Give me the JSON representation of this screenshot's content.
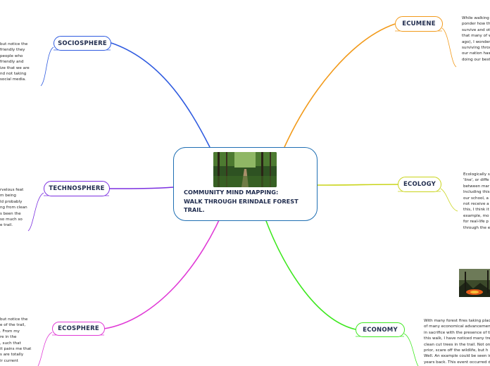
{
  "center": {
    "title_lines": [
      "COMMUNITY MIND MAPPING:",
      "WALK THROUGH ERINDALE FOREST",
      "TRAIL."
    ],
    "image": "forest-trail-photo"
  },
  "branches": {
    "sociosphere": {
      "label": "SOCIOSPHERE",
      "color": "#2f5be0",
      "note": [
        "but notice the",
        "friendly they",
        "people who",
        "friendly and",
        "ize that we are",
        "nd not taking",
        "social media."
      ]
    },
    "technosphere": {
      "label": "TECHNOSPHERE",
      "color": "#7b2fe0",
      "note": [
        "rvelous feat",
        "m being",
        "ld probably",
        "ng from clean",
        "s been the",
        "so much so",
        "e trail."
      ]
    },
    "ecosphere": {
      "label": "ECOSPHERE",
      "color": "#e03ad6",
      "note": [
        "but notice the",
        "e of the trail,",
        ". From my",
        "re in the",
        ", such that",
        "it pains me that",
        "s are totally",
        "ir current"
      ]
    },
    "ecumene": {
      "label": "ECUMENE",
      "color": "#f29a1a",
      "note": [
        "While walking",
        "ponder how th",
        "survive and ot",
        "that many of w",
        "ago), I wonder",
        "surviving throu",
        "our nation has",
        "doing our best"
      ]
    },
    "ecology": {
      "label": "ECOLOGY",
      "color": "#c9d41a",
      "note": [
        "Ecologically s",
        "'line', or diffe",
        "between mar",
        "Including this",
        "our school, a",
        "not receive a",
        "this, I think it",
        "example, mo",
        "for real-life p",
        "through the e"
      ]
    },
    "economy": {
      "label": "ECONOMY",
      "color": "#3ee81f",
      "image": "forest-fire-photo",
      "note": [
        "With many forest fires taking place",
        "of many economical advancemen",
        "in sacrifice with the presence of th",
        "this walk, I have noticed many tre",
        "clean cut trees in the trail. Not onl",
        "prior, scare off the wildlife, but h",
        "Well. An example could be seen in",
        "years back. This event occurred d"
      ]
    }
  }
}
